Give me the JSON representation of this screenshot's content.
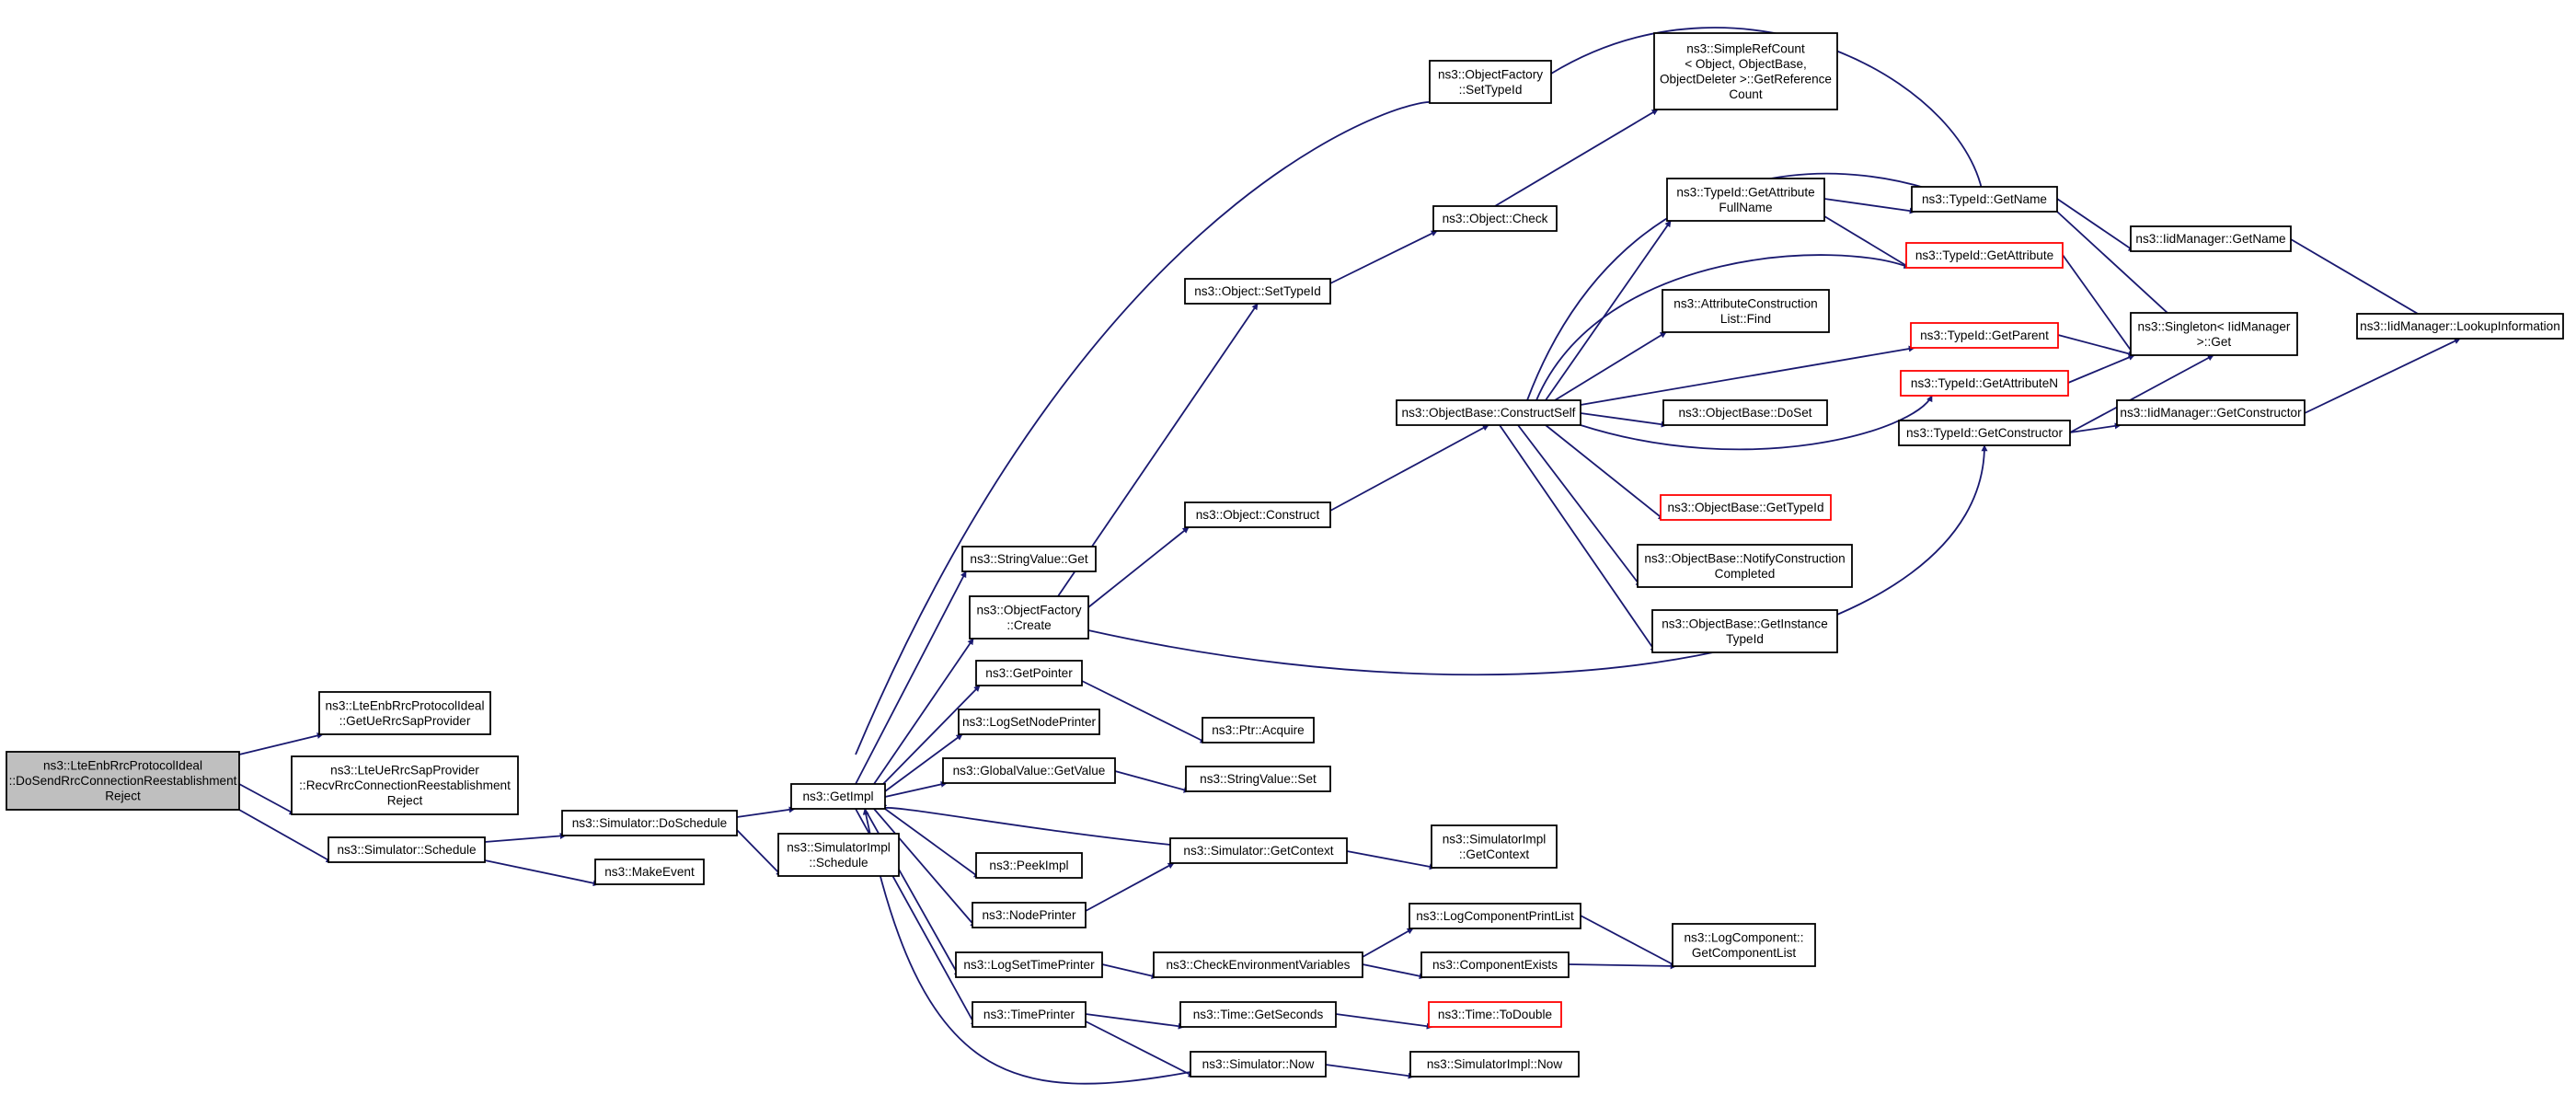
{
  "colors": {
    "edge": "#191970",
    "root_fill": "#bfbfbf",
    "red_border": "#ff0000",
    "border": "#000000"
  },
  "nodes": {
    "root": {
      "lines": [
        "ns3::LteEnbRrcProtocolIdeal",
        "::DoSendRrcConnectionReestablishment",
        "Reject"
      ],
      "style": "root"
    },
    "getUeRrc": {
      "lines": [
        "ns3::LteEnbRrcProtocolIdeal",
        "::GetUeRrcSapProvider"
      ]
    },
    "recvRrc": {
      "lines": [
        "ns3::LteUeRrcSapProvider",
        "::RecvRrcConnectionReestablishment",
        "Reject"
      ]
    },
    "schedule": {
      "lines": [
        "ns3::Simulator::Schedule"
      ]
    },
    "doSchedule": {
      "lines": [
        "ns3::Simulator::DoSchedule"
      ]
    },
    "makeEvent": {
      "lines": [
        "ns3::MakeEvent"
      ]
    },
    "getImpl": {
      "lines": [
        "ns3::GetImpl"
      ]
    },
    "simImplSched": {
      "lines": [
        "ns3::SimulatorImpl",
        "::Schedule"
      ]
    },
    "ofSetTypeId": {
      "lines": [
        "ns3::ObjectFactory",
        "::SetTypeId"
      ]
    },
    "objSetTypeId": {
      "lines": [
        "ns3::Object::SetTypeId"
      ]
    },
    "objCheck": {
      "lines": [
        "ns3::Object::Check"
      ]
    },
    "simpleRef": {
      "lines": [
        "ns3::SimpleRefCount",
        "< Object, ObjectBase,",
        "ObjectDeleter >::GetReference",
        "Count"
      ]
    },
    "construct": {
      "lines": [
        "ns3::Object::Construct"
      ]
    },
    "constructSelf": {
      "lines": [
        "ns3::ObjectBase::ConstructSelf"
      ]
    },
    "stringGet": {
      "lines": [
        "ns3::StringValue::Get"
      ]
    },
    "ofCreate": {
      "lines": [
        "ns3::ObjectFactory",
        "::Create"
      ]
    },
    "getPointer": {
      "lines": [
        "ns3::GetPointer"
      ]
    },
    "ptrAcquire": {
      "lines": [
        "ns3::Ptr::Acquire"
      ]
    },
    "logNodePrinter": {
      "lines": [
        "ns3::LogSetNodePrinter"
      ]
    },
    "globalGet": {
      "lines": [
        "ns3::GlobalValue::GetValue"
      ]
    },
    "stringSet": {
      "lines": [
        "ns3::StringValue::Set"
      ]
    },
    "simGetContext": {
      "lines": [
        "ns3::Simulator::GetContext"
      ]
    },
    "simImplGetContext": {
      "lines": [
        "ns3::SimulatorImpl",
        "::GetContext"
      ]
    },
    "peekImpl": {
      "lines": [
        "ns3::PeekImpl"
      ]
    },
    "nodePrinter": {
      "lines": [
        "ns3::NodePrinter"
      ]
    },
    "logTimePrinter": {
      "lines": [
        "ns3::LogSetTimePrinter"
      ]
    },
    "checkEnv": {
      "lines": [
        "ns3::CheckEnvironmentVariables"
      ]
    },
    "logCompPrint": {
      "lines": [
        "ns3::LogComponentPrintList"
      ]
    },
    "compExists": {
      "lines": [
        "ns3::ComponentExists"
      ]
    },
    "logCompGetList": {
      "lines": [
        "ns3::LogComponent::",
        "GetComponentList"
      ]
    },
    "timePrinter": {
      "lines": [
        "ns3::TimePrinter"
      ]
    },
    "timeGetSeconds": {
      "lines": [
        "ns3::Time::GetSeconds"
      ]
    },
    "timeToDouble": {
      "lines": [
        "ns3::Time::ToDouble"
      ],
      "style": "red"
    },
    "simNow": {
      "lines": [
        "ns3::Simulator::Now"
      ]
    },
    "simImplNow": {
      "lines": [
        "ns3::SimulatorImpl::Now"
      ]
    },
    "getAttrFullName": {
      "lines": [
        "ns3::TypeId::GetAttribute",
        "FullName"
      ]
    },
    "attrConsFind": {
      "lines": [
        "ns3::AttributeConstruction",
        "List::Find"
      ]
    },
    "doSet": {
      "lines": [
        "ns3::ObjectBase::DoSet"
      ]
    },
    "obGetTypeId": {
      "lines": [
        "ns3::ObjectBase::GetTypeId"
      ],
      "style": "red"
    },
    "notifyConstr": {
      "lines": [
        "ns3::ObjectBase::NotifyConstruction",
        "Completed"
      ]
    },
    "getInstTypeId": {
      "lines": [
        "ns3::ObjectBase::GetInstance",
        "TypeId"
      ]
    },
    "tidGetName": {
      "lines": [
        "ns3::TypeId::GetName"
      ]
    },
    "tidGetAttr": {
      "lines": [
        "ns3::TypeId::GetAttribute"
      ],
      "style": "red"
    },
    "tidGetParent": {
      "lines": [
        "ns3::TypeId::GetParent"
      ],
      "style": "red"
    },
    "tidGetAttrN": {
      "lines": [
        "ns3::TypeId::GetAttributeN"
      ],
      "style": "red"
    },
    "tidGetConstructor": {
      "lines": [
        "ns3::TypeId::GetConstructor"
      ]
    },
    "iidGetName": {
      "lines": [
        "ns3::IidManager::GetName"
      ]
    },
    "singleton": {
      "lines": [
        "ns3::Singleton< IidManager",
        ">::Get"
      ]
    },
    "iidGetConstructor": {
      "lines": [
        "ns3::IidManager::GetConstructor"
      ]
    },
    "iidLookup": {
      "lines": [
        "ns3::IidManager::LookupInformation"
      ]
    }
  }
}
